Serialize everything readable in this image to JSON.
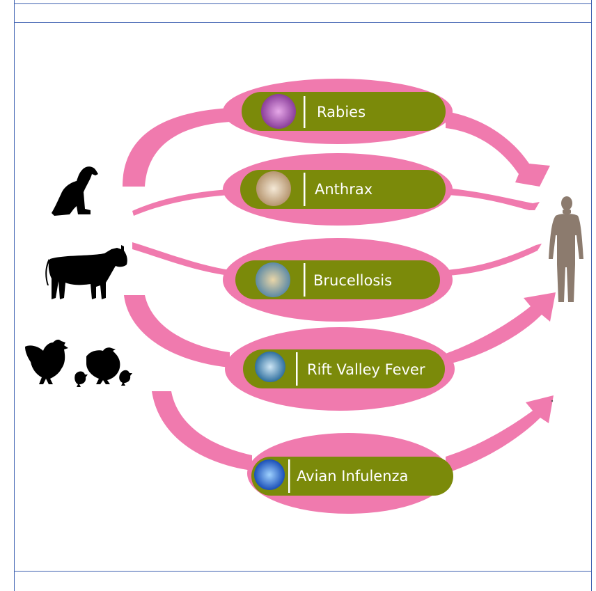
{
  "colors": {
    "arrow_pink": "#f07aae",
    "pill_green": "#7b8a0a",
    "silhouette": "#000000",
    "human": "#8c7b6e",
    "frame": "#3b5fb0"
  },
  "sources": [
    {
      "icon": "dog-silhouette"
    },
    {
      "icon": "cow-silhouette"
    },
    {
      "icon": "chicken-silhouette"
    }
  ],
  "target": {
    "icon": "human-silhouette"
  },
  "diseases": [
    {
      "label": "Rabies",
      "icon": "virus-micrograph-icon"
    },
    {
      "label": "Anthrax",
      "icon": "bacteria-micrograph-icon"
    },
    {
      "label": "Brucellosis",
      "icon": "bacteria-micrograph-icon"
    },
    {
      "label": "Rift Valley Fever",
      "icon": "virus-micrograph-icon"
    },
    {
      "label": "Avian Infulenza",
      "icon": "virus-micrograph-icon"
    }
  ]
}
